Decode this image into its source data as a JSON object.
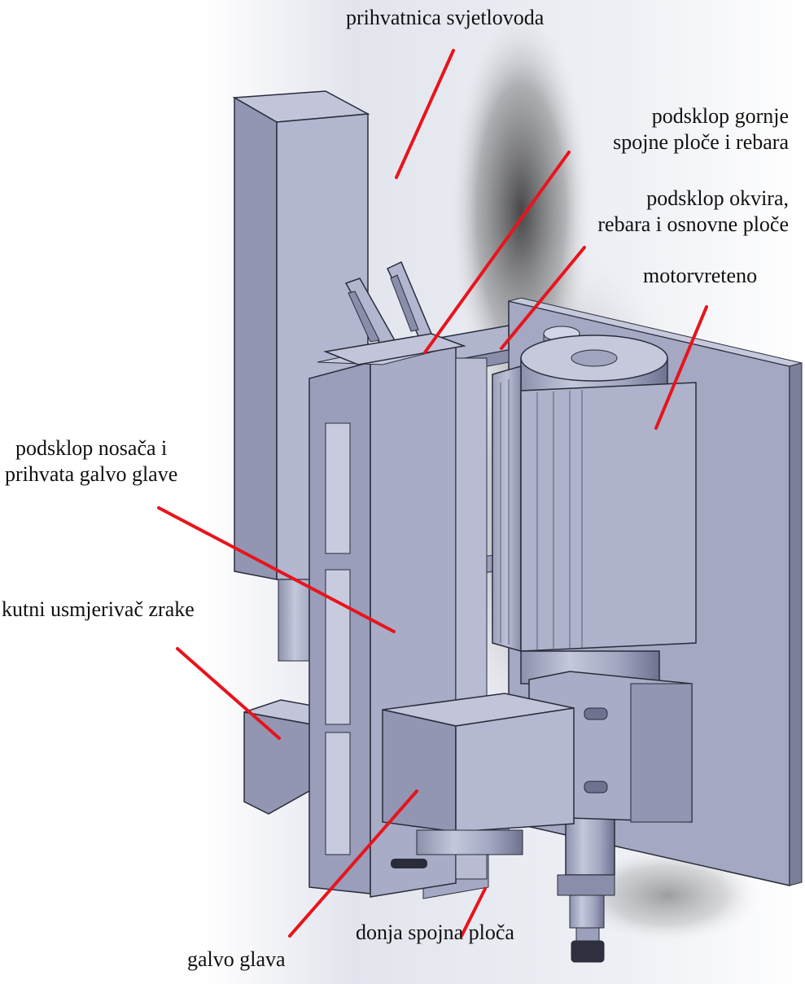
{
  "labels": {
    "prihvatnica": "prihvatnica svjetlovoda",
    "gornja_ploca_line1": "podsklop gornje",
    "gornja_ploca_line2": "spojne ploče i rebara",
    "okvir_line1": "podsklop okvira,",
    "okvir_line2": "rebara i osnovne ploče",
    "motorvreteno": "motorvreteno",
    "nosac_line1": "podsklop nosača i",
    "nosac_line2": "prihvata galvo glave",
    "kutni": "kutni usmjerivač zrake",
    "galvo": "galvo glava",
    "donja_ploca": "donja spojna ploča"
  },
  "colors": {
    "leader_line": "#e8141c",
    "part_light": "#b4b8d2",
    "part_mid": "#9ea2be",
    "part_dark": "#6e7290",
    "edge": "#2a2c3a",
    "shadow": "#3a3a3a"
  }
}
